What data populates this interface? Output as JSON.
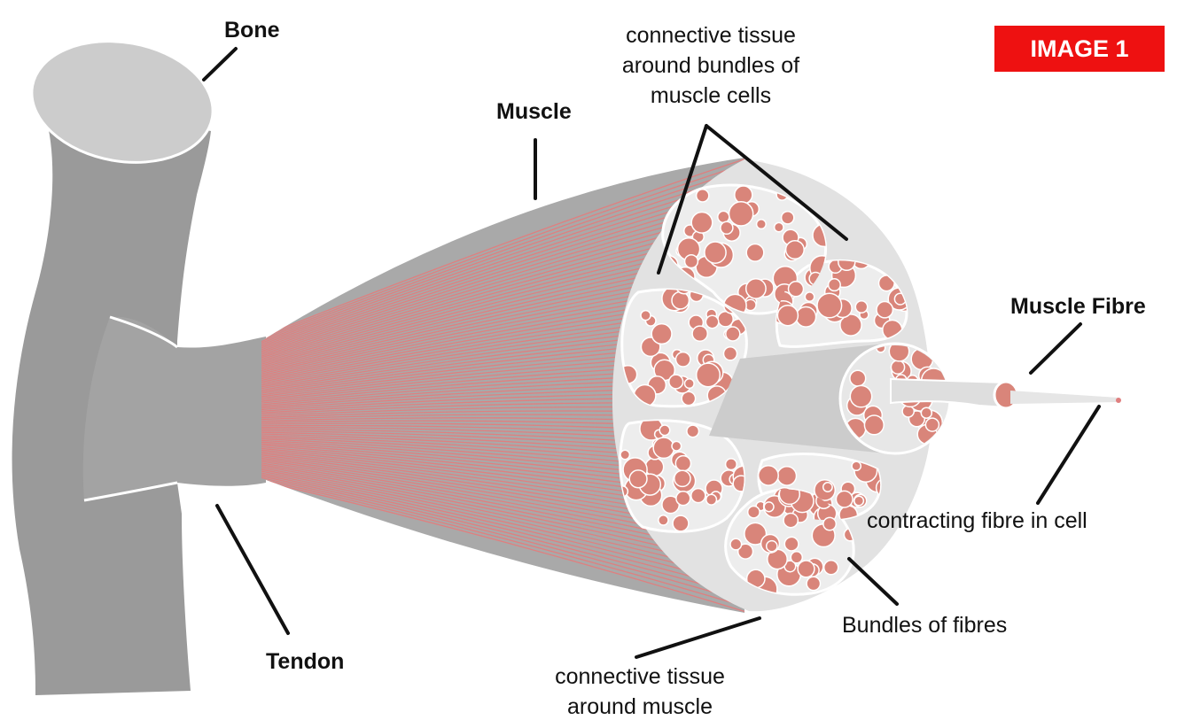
{
  "labels": {
    "bone": "Bone",
    "muscle": "Muscle",
    "connective_bundles": [
      "connective tissue",
      "around bundles of",
      "muscle cells"
    ],
    "muscle_fibre": "Muscle Fibre",
    "contracting_fibre": "contracting fibre in cell",
    "bundles_of_fibres": "Bundles of fibres",
    "tendon": "Tendon",
    "connective_muscle": [
      "connective tissue",
      "around muscle"
    ]
  },
  "badge": "IMAGE 1",
  "colors": {
    "bone": "#9a9a9a",
    "bone_top": "#cccccc",
    "tendon": "#9d9d9d",
    "muscle_stripe": "#e07f7f",
    "sheath": "#e2e2e2",
    "bundle_fill": "#ededed",
    "fibre": "#d9857a",
    "badge": "#ee1111"
  }
}
